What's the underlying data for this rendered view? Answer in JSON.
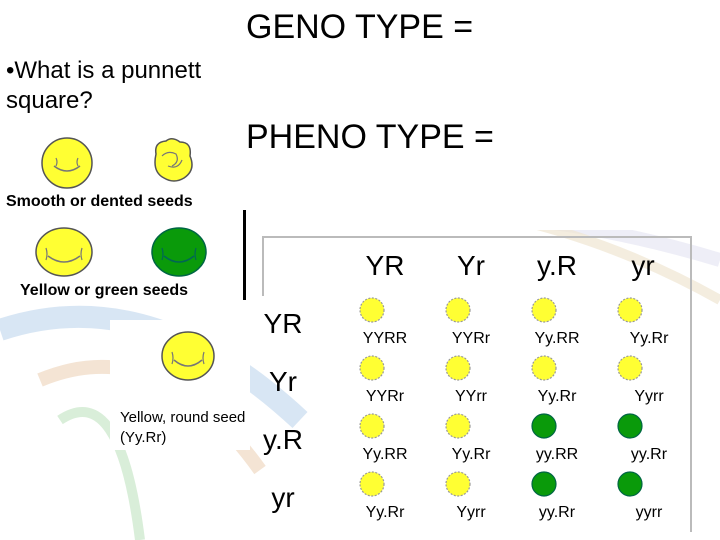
{
  "titles": {
    "genotype": "GENO TYPE =",
    "phenotype": "PHENO TYPE ="
  },
  "question": "•What is a punnett square?",
  "captions": {
    "smooth_dented": "Smooth or dented seeds",
    "yellow_green": "Yellow or green seeds",
    "yellow_round": "Yellow, round seed (Yy.Rr)"
  },
  "colors": {
    "yellow": "#ffff33",
    "green": "#0a9a0a",
    "outline": "#555555"
  },
  "punnett": {
    "column_headers": [
      "YR",
      "Yr",
      "y.R",
      "yr"
    ],
    "row_headers": [
      "YR",
      "Yr",
      "y.R",
      "yr"
    ],
    "cells": [
      [
        {
          "g": "YYRR",
          "c": "yellow"
        },
        {
          "g": "YYRr",
          "c": "yellow"
        },
        {
          "g": "Yy.RR",
          "c": "yellow"
        },
        {
          "g": "Yy.Rr",
          "c": "yellow"
        }
      ],
      [
        {
          "g": "YYRr",
          "c": "yellow"
        },
        {
          "g": "YYrr",
          "c": "yellow"
        },
        {
          "g": "Yy.Rr",
          "c": "yellow"
        },
        {
          "g": "Yyrr",
          "c": "yellow"
        }
      ],
      [
        {
          "g": "Yy.RR",
          "c": "yellow"
        },
        {
          "g": "Yy.Rr",
          "c": "yellow"
        },
        {
          "g": "yy.RR",
          "c": "green"
        },
        {
          "g": "yy.Rr",
          "c": "green"
        }
      ],
      [
        {
          "g": "Yy.Rr",
          "c": "yellow"
        },
        {
          "g": "Yyrr",
          "c": "yellow"
        },
        {
          "g": "yy.Rr",
          "c": "green"
        },
        {
          "g": "yyrr",
          "c": "green"
        }
      ]
    ]
  }
}
